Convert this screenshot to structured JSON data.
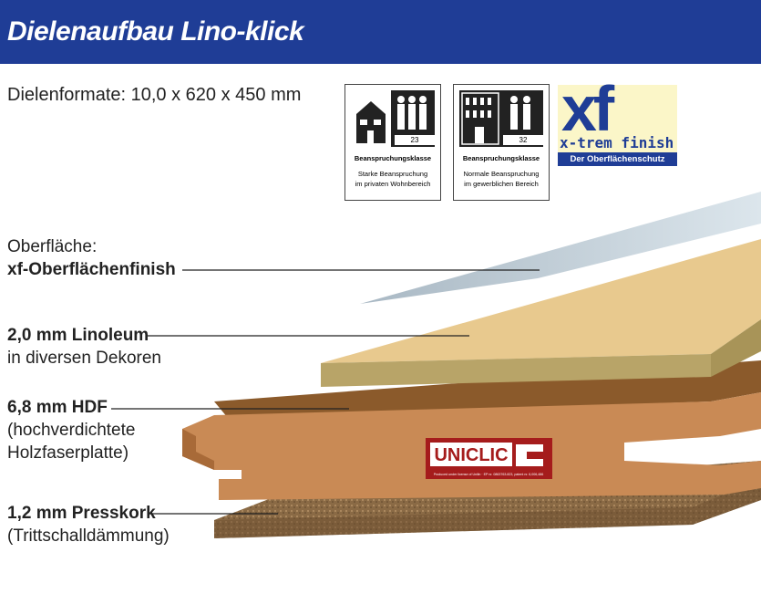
{
  "title": "Dielenaufbau Lino-klick",
  "format": "Dielenformate: 10,0 x 620 x 450 mm",
  "badges": [
    {
      "number": "23",
      "heading": "Beanspruchungsklasse",
      "line1": "Starke Beanspruchung",
      "line2": "im privaten Wohnbereich",
      "icon": "house-icon"
    },
    {
      "number": "32",
      "heading": "Beanspruchungsklasse",
      "line1": "Normale Beanspruchung",
      "line2": "im gewerblichen Bereich",
      "icon": "office-building-icon"
    }
  ],
  "xf_logo": {
    "mark": "xf",
    "name": "x-trem finish",
    "tagline": "Der Oberflächenschutz"
  },
  "layers": [
    {
      "line1": "Oberfläche:",
      "line2": "xf-Oberflächenfinish"
    },
    {
      "line1": "2,0 mm Linoleum",
      "line2": "in diversen Dekoren"
    },
    {
      "line1": "6,8 mm HDF",
      "line2": "(hochverdichtete",
      "line3": "Holzfaserplatte)"
    },
    {
      "line1": "1,2 mm Presskork",
      "line2": "(Trittschalldämmung)"
    }
  ],
  "uniclic": {
    "brand": "UNICLIC",
    "fine_print": "Produced under license of Unilin · EP nr. 0863763.823, patent nr. 6,006,486"
  },
  "colors": {
    "header": "#1f3d96",
    "linoleum": "#e8c98e",
    "hdf": "#c98a55",
    "cork": "#8a6a45",
    "uniclic": "#a51c1c"
  }
}
